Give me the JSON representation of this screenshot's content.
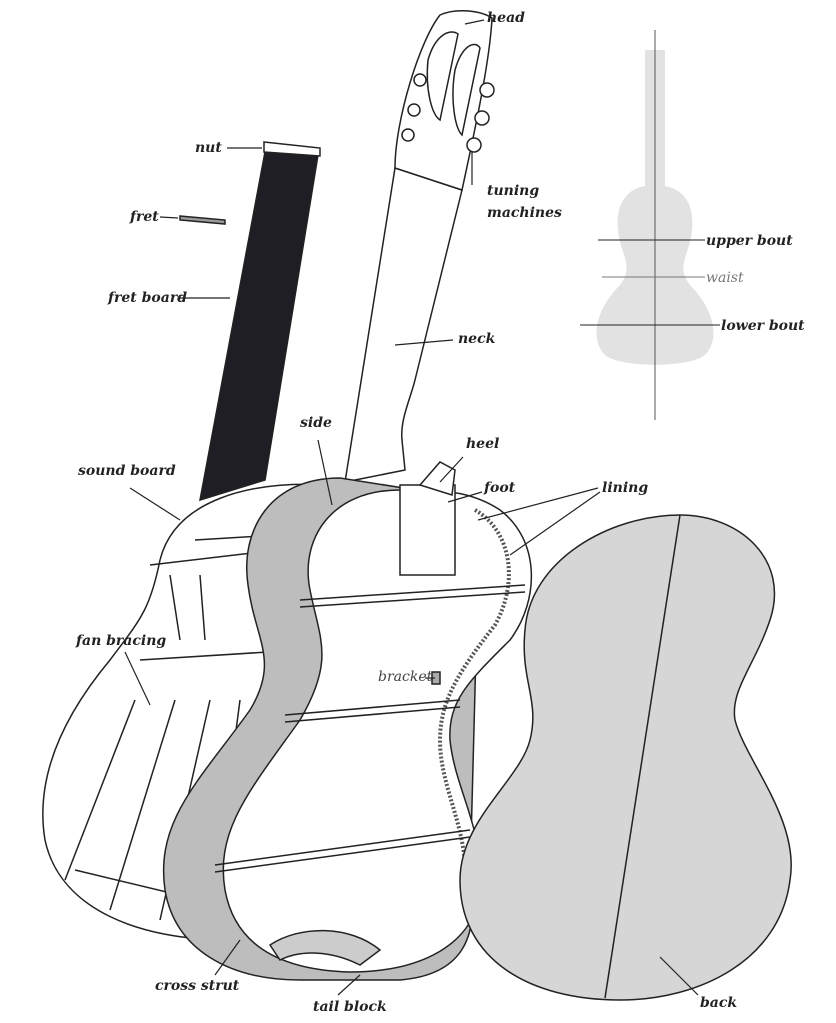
{
  "title": "Parts of the classical guitar",
  "labels": {
    "head": "head",
    "nut": "nut",
    "fret": "fret",
    "tuning_machines": "tuning machines",
    "fret_board": "fret board",
    "neck": "neck",
    "upper_bout": "upper bout",
    "waist": "waist",
    "lower_bout": "lower bout",
    "side": "side",
    "heel": "heel",
    "foot": "foot",
    "lining": "lining",
    "sound_board": "sound board",
    "fan_bracing": "fan bracing",
    "bracket": "bracket",
    "cross_strut": "cross strut",
    "tail_block": "tail block",
    "back": "back"
  },
  "colors": {
    "ink": "#222222",
    "wood_gray": "#bdbdbd",
    "fretboard": "#1e1e24",
    "silhouette": "#e2e2e2"
  }
}
